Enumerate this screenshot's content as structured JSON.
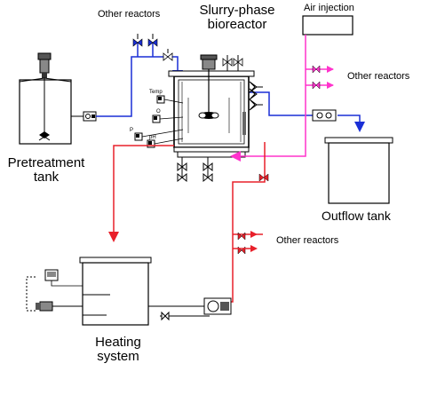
{
  "labels": {
    "other_reactors_top": "Other reactors",
    "bioreactor_line1": "Slurry-phase",
    "bioreactor_line2": "bioreactor",
    "air_injection": "Air injection",
    "other_reactors_right": "Other reactors",
    "pretreatment_line1": "Pretreatment",
    "pretreatment_line2": "tank",
    "outflow_tank": "Outflow tank",
    "other_reactors_bottom": "Other reactors",
    "heating_line1": "Heating",
    "heating_line2": "system",
    "sensor_temp": "Temp",
    "sensor_o2": "O",
    "sensor_p": "P",
    "sensor_ph": "pH"
  },
  "colors": {
    "feed_line": "#1a2fd6",
    "air_line": "#ff33cc",
    "heating_line": "#e8202a",
    "equipment": "#000000",
    "caption_text": "#cccccc"
  }
}
